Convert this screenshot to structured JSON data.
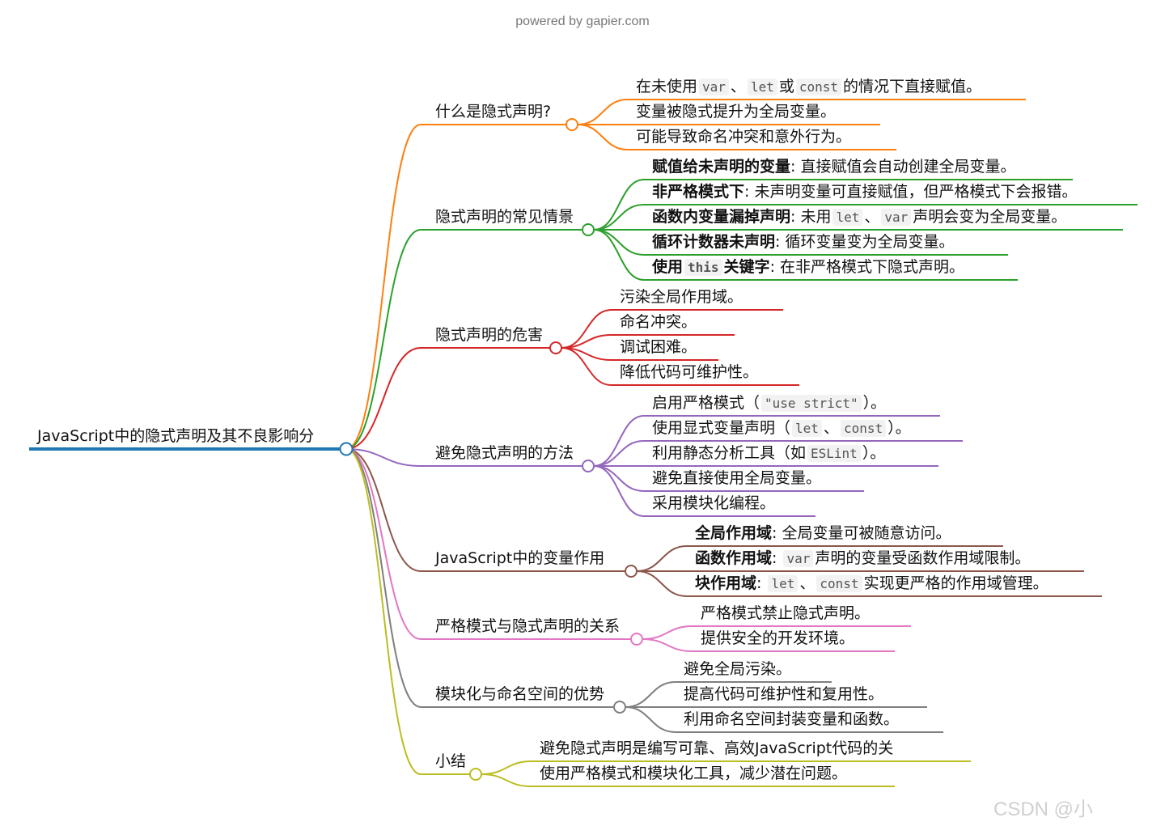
{
  "header": {
    "powered_by": "powered by gapier.com"
  },
  "watermark": "CSDN @小",
  "root": {
    "label": "JavaScript中的隐式声明及其不良影响分",
    "color": "#1f77b4"
  },
  "branches": [
    {
      "label": "什么是隐式声明?",
      "color": "#ff7f0e",
      "children": [
        [
          {
            "t": "在未使用"
          },
          {
            "c": "var"
          },
          {
            "t": "、"
          },
          {
            "c": "let"
          },
          {
            "t": "或"
          },
          {
            "c": "const"
          },
          {
            "t": "的情况下直接赋值。"
          }
        ],
        [
          {
            "t": "变量被隐式提升为全局变量。"
          }
        ],
        [
          {
            "t": "可能导致命名冲突和意外行为。"
          }
        ]
      ]
    },
    {
      "label": "隐式声明的常见情景",
      "color": "#2ca02c",
      "children": [
        [
          {
            "b": "赋值给未声明的变量"
          },
          {
            "t": ": 直接赋值会自动创建全局变量。"
          }
        ],
        [
          {
            "b": "非严格模式下"
          },
          {
            "t": ": 未声明变量可直接赋值，但严格模式下会报错。"
          }
        ],
        [
          {
            "b": "函数内变量漏掉声明"
          },
          {
            "t": ": 未用"
          },
          {
            "c": "let"
          },
          {
            "t": "、"
          },
          {
            "c": "var"
          },
          {
            "t": "声明会变为全局变量。"
          }
        ],
        [
          {
            "b": "循环计数器未声明"
          },
          {
            "t": ": 循环变量变为全局变量。"
          }
        ],
        [
          {
            "b": "使用"
          },
          {
            "cb": "this"
          },
          {
            "b": "关键字"
          },
          {
            "t": ": 在非严格模式下隐式声明。"
          }
        ]
      ]
    },
    {
      "label": "隐式声明的危害",
      "color": "#d62728",
      "children": [
        [
          {
            "t": "污染全局作用域。"
          }
        ],
        [
          {
            "t": "命名冲突。"
          }
        ],
        [
          {
            "t": "调试困难。"
          }
        ],
        [
          {
            "t": "降低代码可维护性。"
          }
        ]
      ]
    },
    {
      "label": "避免隐式声明的方法",
      "color": "#9467bd",
      "children": [
        [
          {
            "t": "启用严格模式（"
          },
          {
            "c": "\"use strict\""
          },
          {
            "t": "）。"
          }
        ],
        [
          {
            "t": "使用显式变量声明（"
          },
          {
            "c": "let"
          },
          {
            "t": "、"
          },
          {
            "c": "const"
          },
          {
            "t": "）。"
          }
        ],
        [
          {
            "t": "利用静态分析工具（如"
          },
          {
            "c": "ESLint"
          },
          {
            "t": "）。"
          }
        ],
        [
          {
            "t": "避免直接使用全局变量。"
          }
        ],
        [
          {
            "t": "采用模块化编程。"
          }
        ]
      ]
    },
    {
      "label": "JavaScript中的变量作用",
      "color": "#8c564b",
      "children": [
        [
          {
            "b": "全局作用域"
          },
          {
            "t": ": 全局变量可被随意访问。"
          }
        ],
        [
          {
            "b": "函数作用域"
          },
          {
            "t": ": "
          },
          {
            "c": "var"
          },
          {
            "t": "声明的变量受函数作用域限制。"
          }
        ],
        [
          {
            "b": "块作用域"
          },
          {
            "t": ": "
          },
          {
            "c": "let"
          },
          {
            "t": "、"
          },
          {
            "c": "const"
          },
          {
            "t": "实现更严格的作用域管理。"
          }
        ]
      ]
    },
    {
      "label": "严格模式与隐式声明的关系",
      "color": "#e377c2",
      "children": [
        [
          {
            "t": "严格模式禁止隐式声明。"
          }
        ],
        [
          {
            "t": "提供安全的开发环境。"
          }
        ]
      ]
    },
    {
      "label": "模块化与命名空间的优势",
      "color": "#7f7f7f",
      "children": [
        [
          {
            "t": "避免全局污染。"
          }
        ],
        [
          {
            "t": "提高代码可维护性和复用性。"
          }
        ],
        [
          {
            "t": "利用命名空间封装变量和函数。"
          }
        ]
      ]
    },
    {
      "label": "小结",
      "color": "#bcbd22",
      "children": [
        [
          {
            "t": "避免隐式声明是编写可靠、高效JavaScript代码的关"
          }
        ],
        [
          {
            "t": "使用严格模式和模块化工具，减少潜在问题。"
          }
        ]
      ]
    }
  ]
}
